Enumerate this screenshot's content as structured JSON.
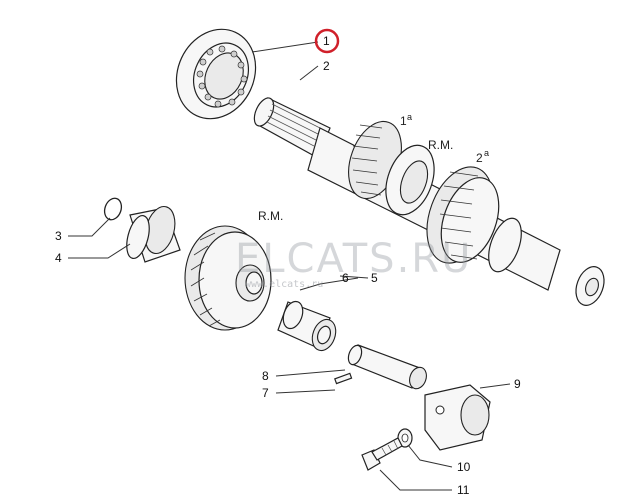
{
  "callouts": {
    "c1": "1",
    "c2": "2",
    "c3": "3",
    "c4": "4",
    "c5": "5",
    "c6": "6",
    "c7": "7",
    "c8": "8",
    "c9": "9",
    "c10": "10",
    "c11": "11"
  },
  "gear_labels": {
    "first": "1",
    "first_sup": "a",
    "second": "2",
    "second_sup": "a",
    "reverse_on_shaft": "R.M.",
    "reverse_idler": "R.M."
  },
  "watermark": {
    "main": "ELCATS.RU",
    "sub": "www.elcats.ru"
  },
  "highlight_color": "#d0202a"
}
